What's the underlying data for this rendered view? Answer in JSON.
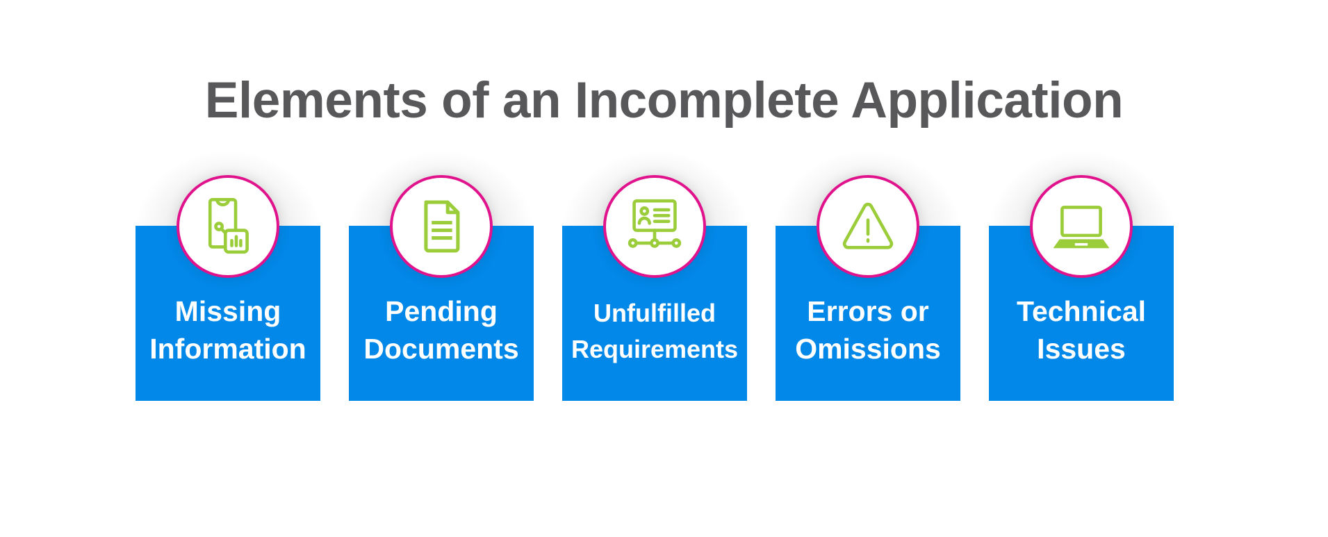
{
  "title": "Elements of an Incomplete Application",
  "colors": {
    "title": "#58585a",
    "card": "#0288e8",
    "ring": "#e0138c",
    "icon": "#9bcc3a",
    "label": "#ffffff"
  },
  "cards": [
    {
      "icon": "phone-chart-icon",
      "line1": "Missing",
      "line2": "Information"
    },
    {
      "icon": "document-icon",
      "line1": "Pending",
      "line2": "Documents"
    },
    {
      "icon": "presentation-network-icon",
      "line1": "Unfulfilled",
      "line2": "Requirements"
    },
    {
      "icon": "warning-triangle-icon",
      "line1": "Errors or",
      "line2": "Omissions"
    },
    {
      "icon": "laptop-icon",
      "line1": "Technical",
      "line2": "Issues"
    }
  ]
}
